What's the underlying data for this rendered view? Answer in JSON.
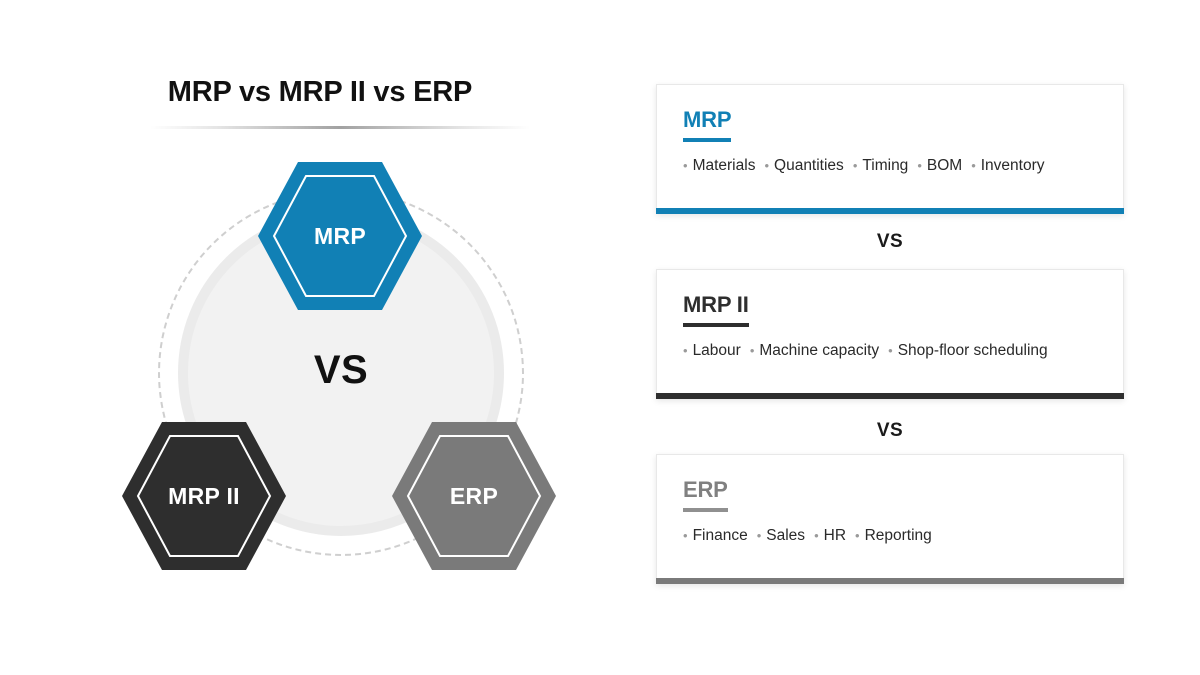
{
  "page": {
    "title": "MRP vs MRP II vs ERP",
    "center_label": "VS"
  },
  "colors": {
    "mrp": "#1180b5",
    "mrp2": "#2e2e2e",
    "erp": "#7a7a7a",
    "ring": "#ebebeb",
    "circle_fill": "#f2f2f2",
    "dashed_circle": "#cfcfcf",
    "background": "#ffffff"
  },
  "diagram": {
    "nodes": [
      {
        "id": "mrp",
        "label": "MRP",
        "color": "#1180b5",
        "position": "top"
      },
      {
        "id": "mrp2",
        "label": "MRP II",
        "color": "#2e2e2e",
        "position": "bottom-left"
      },
      {
        "id": "erp",
        "label": "ERP",
        "color": "#7a7a7a",
        "position": "bottom-right"
      }
    ],
    "center_label": "VS"
  },
  "cards": [
    {
      "id": "mrp",
      "heading": "MRP",
      "accent": "#1180b5",
      "items": [
        "Materials",
        "Quantities",
        "Timing",
        "BOM",
        "Inventory"
      ]
    },
    {
      "id": "mrp2",
      "heading": "MRP II",
      "accent": "#2e2e2e",
      "items": [
        "Labour",
        "Machine capacity",
        "Shop-floor scheduling"
      ]
    },
    {
      "id": "erp",
      "heading": "ERP",
      "accent": "#7a7a7a",
      "items": [
        "Finance",
        "Sales",
        "HR",
        "Reporting"
      ]
    }
  ],
  "separators": {
    "vs_1": "VS",
    "vs_2": "VS"
  },
  "bullet_glyph": "•"
}
